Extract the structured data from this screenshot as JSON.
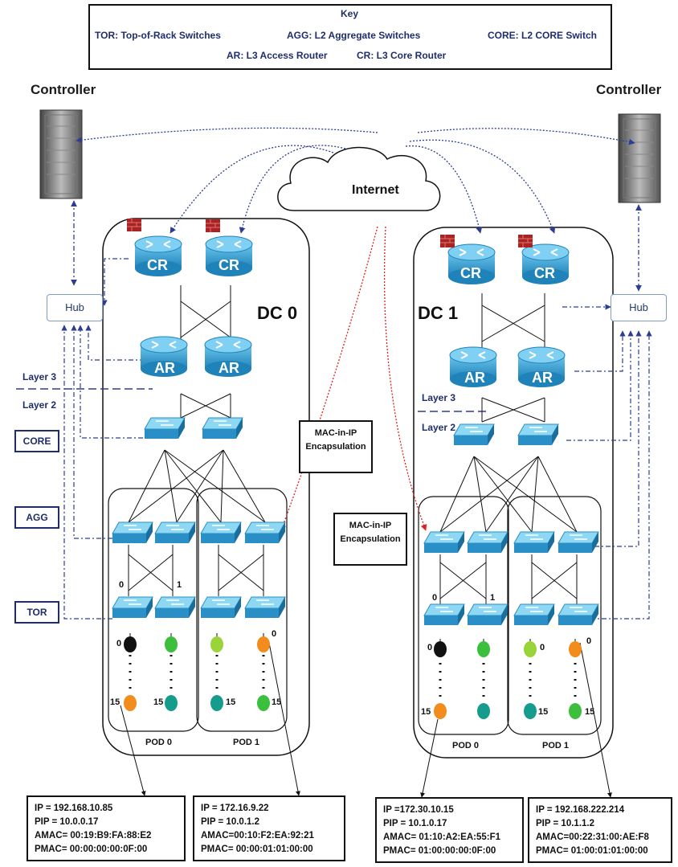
{
  "key": {
    "title": "Key",
    "tor": "TOR: Top-of-Rack Switches",
    "agg": "AGG: L2 Aggregate Switches",
    "core": "CORE: L2 CORE Switch",
    "ar": "AR: L3 Access Router",
    "cr": "CR: L3 Core Router"
  },
  "controllers": {
    "left": "Controller",
    "right": "Controller"
  },
  "internet": "Internet",
  "hub": "Hub",
  "dc0": {
    "label": "DC 0",
    "pod0": "POD 0",
    "pod1": "POD 1"
  },
  "dc1": {
    "label": "DC 1",
    "pod0": "POD 0",
    "pod1": "POD 1"
  },
  "router_labels": {
    "cr": "CR",
    "ar": "AR"
  },
  "layers": {
    "l3": "Layer 3",
    "l2": "Layer 2"
  },
  "side_labels": {
    "core": "CORE",
    "agg": "AGG",
    "tor": "TOR"
  },
  "encapsulation": {
    "line1": "MAC-in-IP",
    "line2": "Encapsulation"
  },
  "ports": {
    "zero": "0",
    "one": "1",
    "fifteen": "15"
  },
  "hosts": [
    {
      "ip": "IP   = 192.168.10.85",
      "pip": "PIP = 10.0.0.17",
      "amac": "AMAC= 00:19:B9:FA:88:E2",
      "pmac": "PMAC= 00:00:00:00:0F:00"
    },
    {
      "ip": "IP   = 172.16.9.22",
      "pip": "PIP = 10.0.1.2",
      "amac": "AMAC=00:10:F2:EA:92:21",
      "pmac": "PMAC= 00:00:01:01:00:00"
    },
    {
      "ip": "IP   =172.30.10.15",
      "pip": "PIP = 10.1.0.17",
      "amac": "AMAC= 01:10:A2:EA:55:F1",
      "pmac": "PMAC= 01:00:00:00:0F:00"
    },
    {
      "ip": "IP   = 192.168.222.214",
      "pip": "PIP = 10.1.1.2",
      "amac": "AMAC=00:22:31:00:AE:F8",
      "pmac": "PMAC= 01:00:01:01:00:00"
    }
  ],
  "colors": {
    "line_blue": "#2c3e94",
    "red_arrow": "#e02020",
    "router": "#3fa7d6",
    "switch": "#4ab0e0"
  }
}
